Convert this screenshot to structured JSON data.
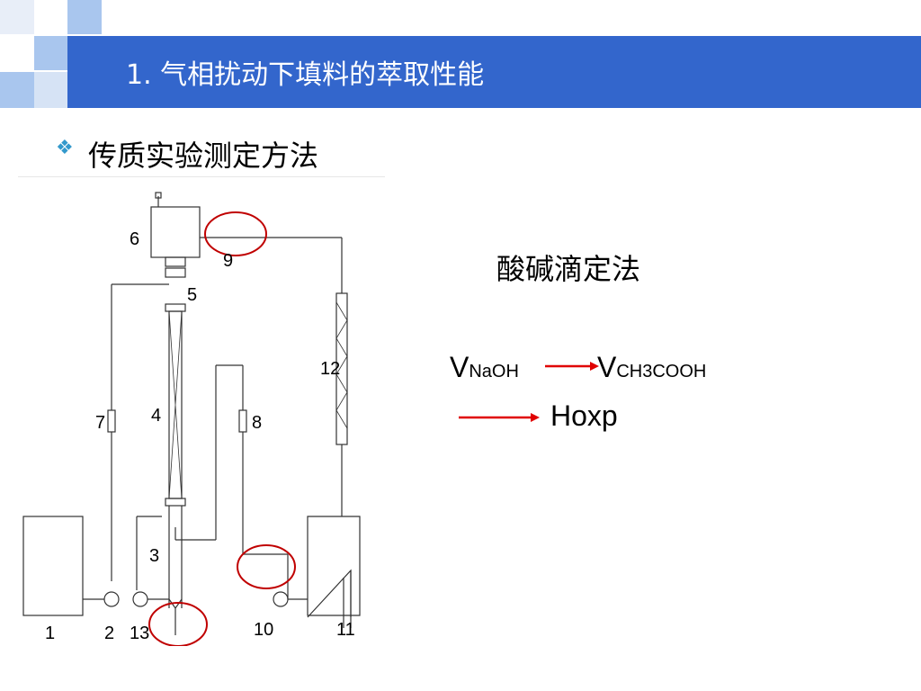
{
  "header": {
    "title": "1. 气相扰动下填料的萃取性能",
    "bar_color": "#3366cc"
  },
  "section": {
    "bullet_icon": "diamond-cluster-icon",
    "subtitle": "传质实验测定方法"
  },
  "diagram": {
    "labels": [
      "1",
      "2",
      "3",
      "4",
      "5",
      "6",
      "7",
      "8",
      "9",
      "10",
      "11",
      "12",
      "13"
    ],
    "highlight_color": "#c00000"
  },
  "method": {
    "label": "酸碱滴定法",
    "v1": "V",
    "v1_sub": "NaOH",
    "v2": "V",
    "v2_sub": "CH3COOH",
    "result": "Hoxp",
    "arrow_color": "#e00000"
  }
}
